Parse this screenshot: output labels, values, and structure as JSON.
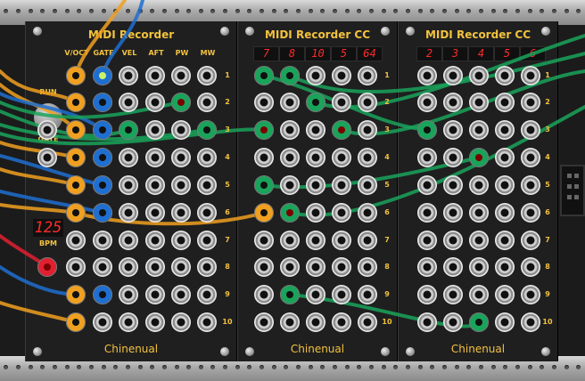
{
  "rack": {
    "accent_color": "#f2c23e",
    "display_color": "#ff2a2a"
  },
  "recorder": {
    "title": "MIDI Recorder",
    "brand": "Chinenual",
    "columns": [
      "V/OCT",
      "GATE",
      "VEL",
      "AFT",
      "PW",
      "MW"
    ],
    "run_label": "RUN",
    "gate_label": "GATE",
    "bpm_value": "125",
    "bpm_label": "BPM"
  },
  "cc1": {
    "title": "MIDI Recorder CC",
    "brand": "Chinenual",
    "cc_numbers": [
      "7",
      "8",
      "10",
      "5",
      "64"
    ]
  },
  "cc2": {
    "title": "MIDI Recorder CC",
    "brand": "Chinenual",
    "cc_numbers": [
      "2",
      "3",
      "4",
      "5",
      "6"
    ]
  },
  "track_labels": [
    "1",
    "2",
    "3",
    "4",
    "5",
    "6",
    "7",
    "8",
    "9",
    "10"
  ],
  "cables": {
    "colors": {
      "orange": "#f0a020",
      "blue": "#1f6fd0",
      "green": "#1aa35a",
      "red": "#e02030",
      "lime": "#7fc43a"
    }
  }
}
